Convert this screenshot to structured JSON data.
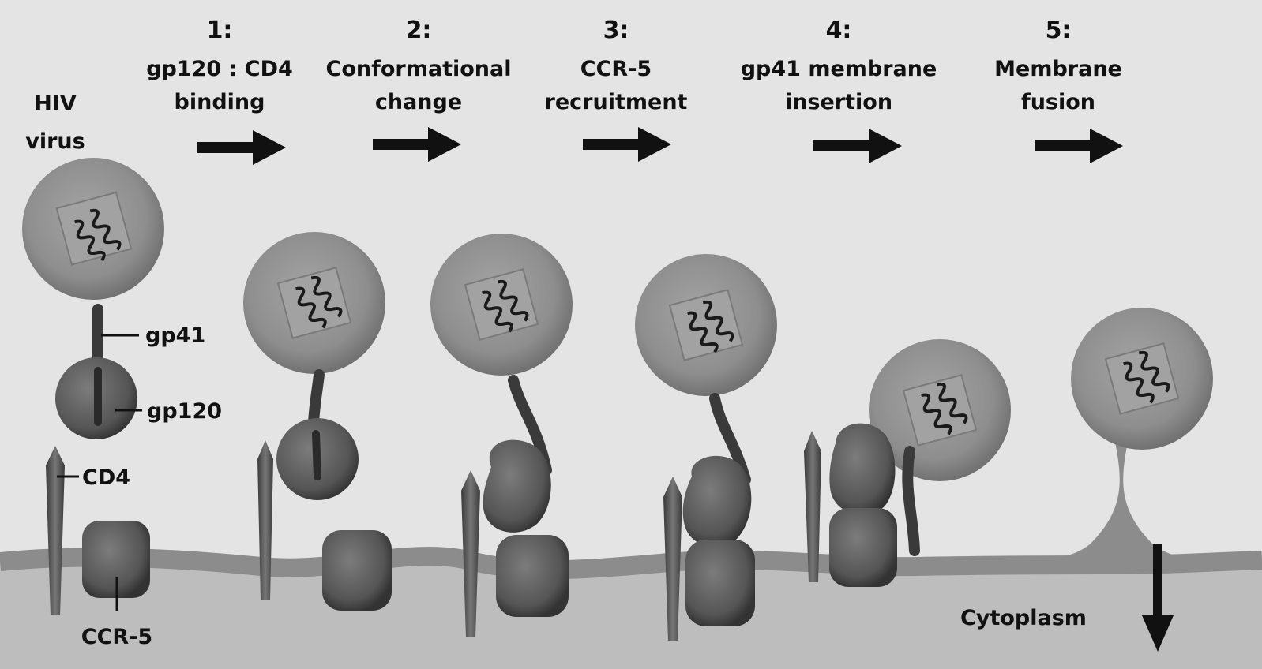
{
  "virus_label": [
    "HIV",
    "virus"
  ],
  "steps": [
    {
      "number": "1:",
      "lines": [
        "gp120 : CD4",
        "binding"
      ]
    },
    {
      "number": "2:",
      "lines": [
        "Conformational",
        "change"
      ]
    },
    {
      "number": "3:",
      "lines": [
        "CCR-5",
        "recruitment"
      ]
    },
    {
      "number": "4:",
      "lines": [
        "gp41 membrane",
        "insertion"
      ]
    },
    {
      "number": "5:",
      "lines": [
        "Membrane",
        "fusion"
      ]
    }
  ],
  "part_labels": {
    "gp41": "gp41",
    "gp120": "gp120",
    "cd4": "CD4",
    "ccr5": "CCR-5",
    "cytoplasm": "Cytoplasm"
  },
  "colors": {
    "background": "#e4e4e4",
    "cytoplasm": "#bdbdbd",
    "membrane": "#8c8c8c",
    "virion": "#8e8e8e",
    "virion_core": "#a2a2a2",
    "protein": "#5a5a5a",
    "ink": "#111111"
  }
}
